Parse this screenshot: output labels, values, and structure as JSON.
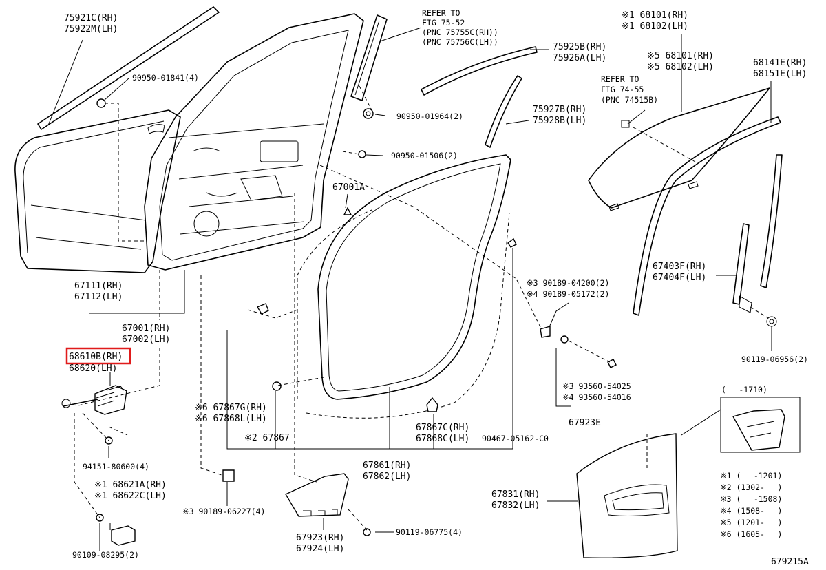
{
  "labels": {
    "l_75921": [
      "75921C(RH)",
      "75922M(LH)"
    ],
    "l_9095001841": [
      "90950-01841(4)"
    ],
    "l_refer7552": [
      "REFER TO",
      "FIG 75-52",
      "(PNC 75755C(RH))",
      "(PNC 75756C(LH))"
    ],
    "l_75925": [
      "75925B(RH)",
      "75926A(LH)"
    ],
    "l_68101a": [
      "※1 68101(RH)",
      "※1 68102(LH)"
    ],
    "l_68101b": [
      "※5 68101(RH)",
      "※5 68102(LH)"
    ],
    "l_refer7455": [
      "REFER TO",
      "FIG 74-55",
      "(PNC 74515B)"
    ],
    "l_68141": [
      "68141E(RH)",
      "68151E(LH)"
    ],
    "l_9095001964": [
      "90950-01964(2)"
    ],
    "l_75927": [
      "75927B(RH)",
      "75928B(LH)"
    ],
    "l_9095001506": [
      "90950-01506(2)"
    ],
    "l_67001a": [
      "67001A"
    ],
    "l_67111": [
      "67111(RH)",
      "67112(LH)"
    ],
    "l_67001": [
      "67001(RH)",
      "67002(LH)"
    ],
    "l_68610": [
      "68610B(RH)",
      "68620(LH)"
    ],
    "l_67403": [
      "67403F(RH)",
      "67404F(LH)"
    ],
    "l_90189_04200": [
      "※3 90189-04200(2)",
      "※4 90189-05172(2)"
    ],
    "l_90119_06956": [
      "90119-06956(2)"
    ],
    "l_93560": [
      "※3 93560-54025",
      "※4 93560-54016"
    ],
    "l_67923e": [
      "67923E"
    ],
    "l_67867g": [
      "※6 67867G(RH)",
      "※6 67868L(LH)"
    ],
    "l_67867": [
      "※2 67867"
    ],
    "l_67867c": [
      "67867C(RH)",
      "67868C(LH)"
    ],
    "l_90467": [
      "90467-05162-C0"
    ],
    "l_94151": [
      "94151-80600(4)"
    ],
    "l_68621": [
      "※1 68621A(RH)",
      "※1 68622C(LH)"
    ],
    "l_90189_06227": [
      "※3 90189-06227(4)"
    ],
    "l_67861": [
      "67861(RH)",
      "67862(LH)"
    ],
    "l_67831": [
      "67831(RH)",
      "67832(LH)"
    ],
    "l_90109": [
      "90109-08295(2)"
    ],
    "l_67923": [
      "67923(RH)",
      "67924(LH)"
    ],
    "l_90119_06775": [
      "90119-06775(4)"
    ],
    "l_inset": [
      "(　 -1710)"
    ],
    "l_notes": [
      "※1 (　  -1201)",
      "※2 (1302-　 )",
      "※3 (　  -1508)",
      "※4 (1508-　 )",
      "※5 (1201-　 )",
      "※6 (1605-　 )"
    ],
    "l_figno": [
      "679215A"
    ]
  },
  "highlight": "68610B(RH)",
  "colors": {
    "highlight": "#e01b1b",
    "ink": "#000000",
    "background": "#ffffff"
  }
}
